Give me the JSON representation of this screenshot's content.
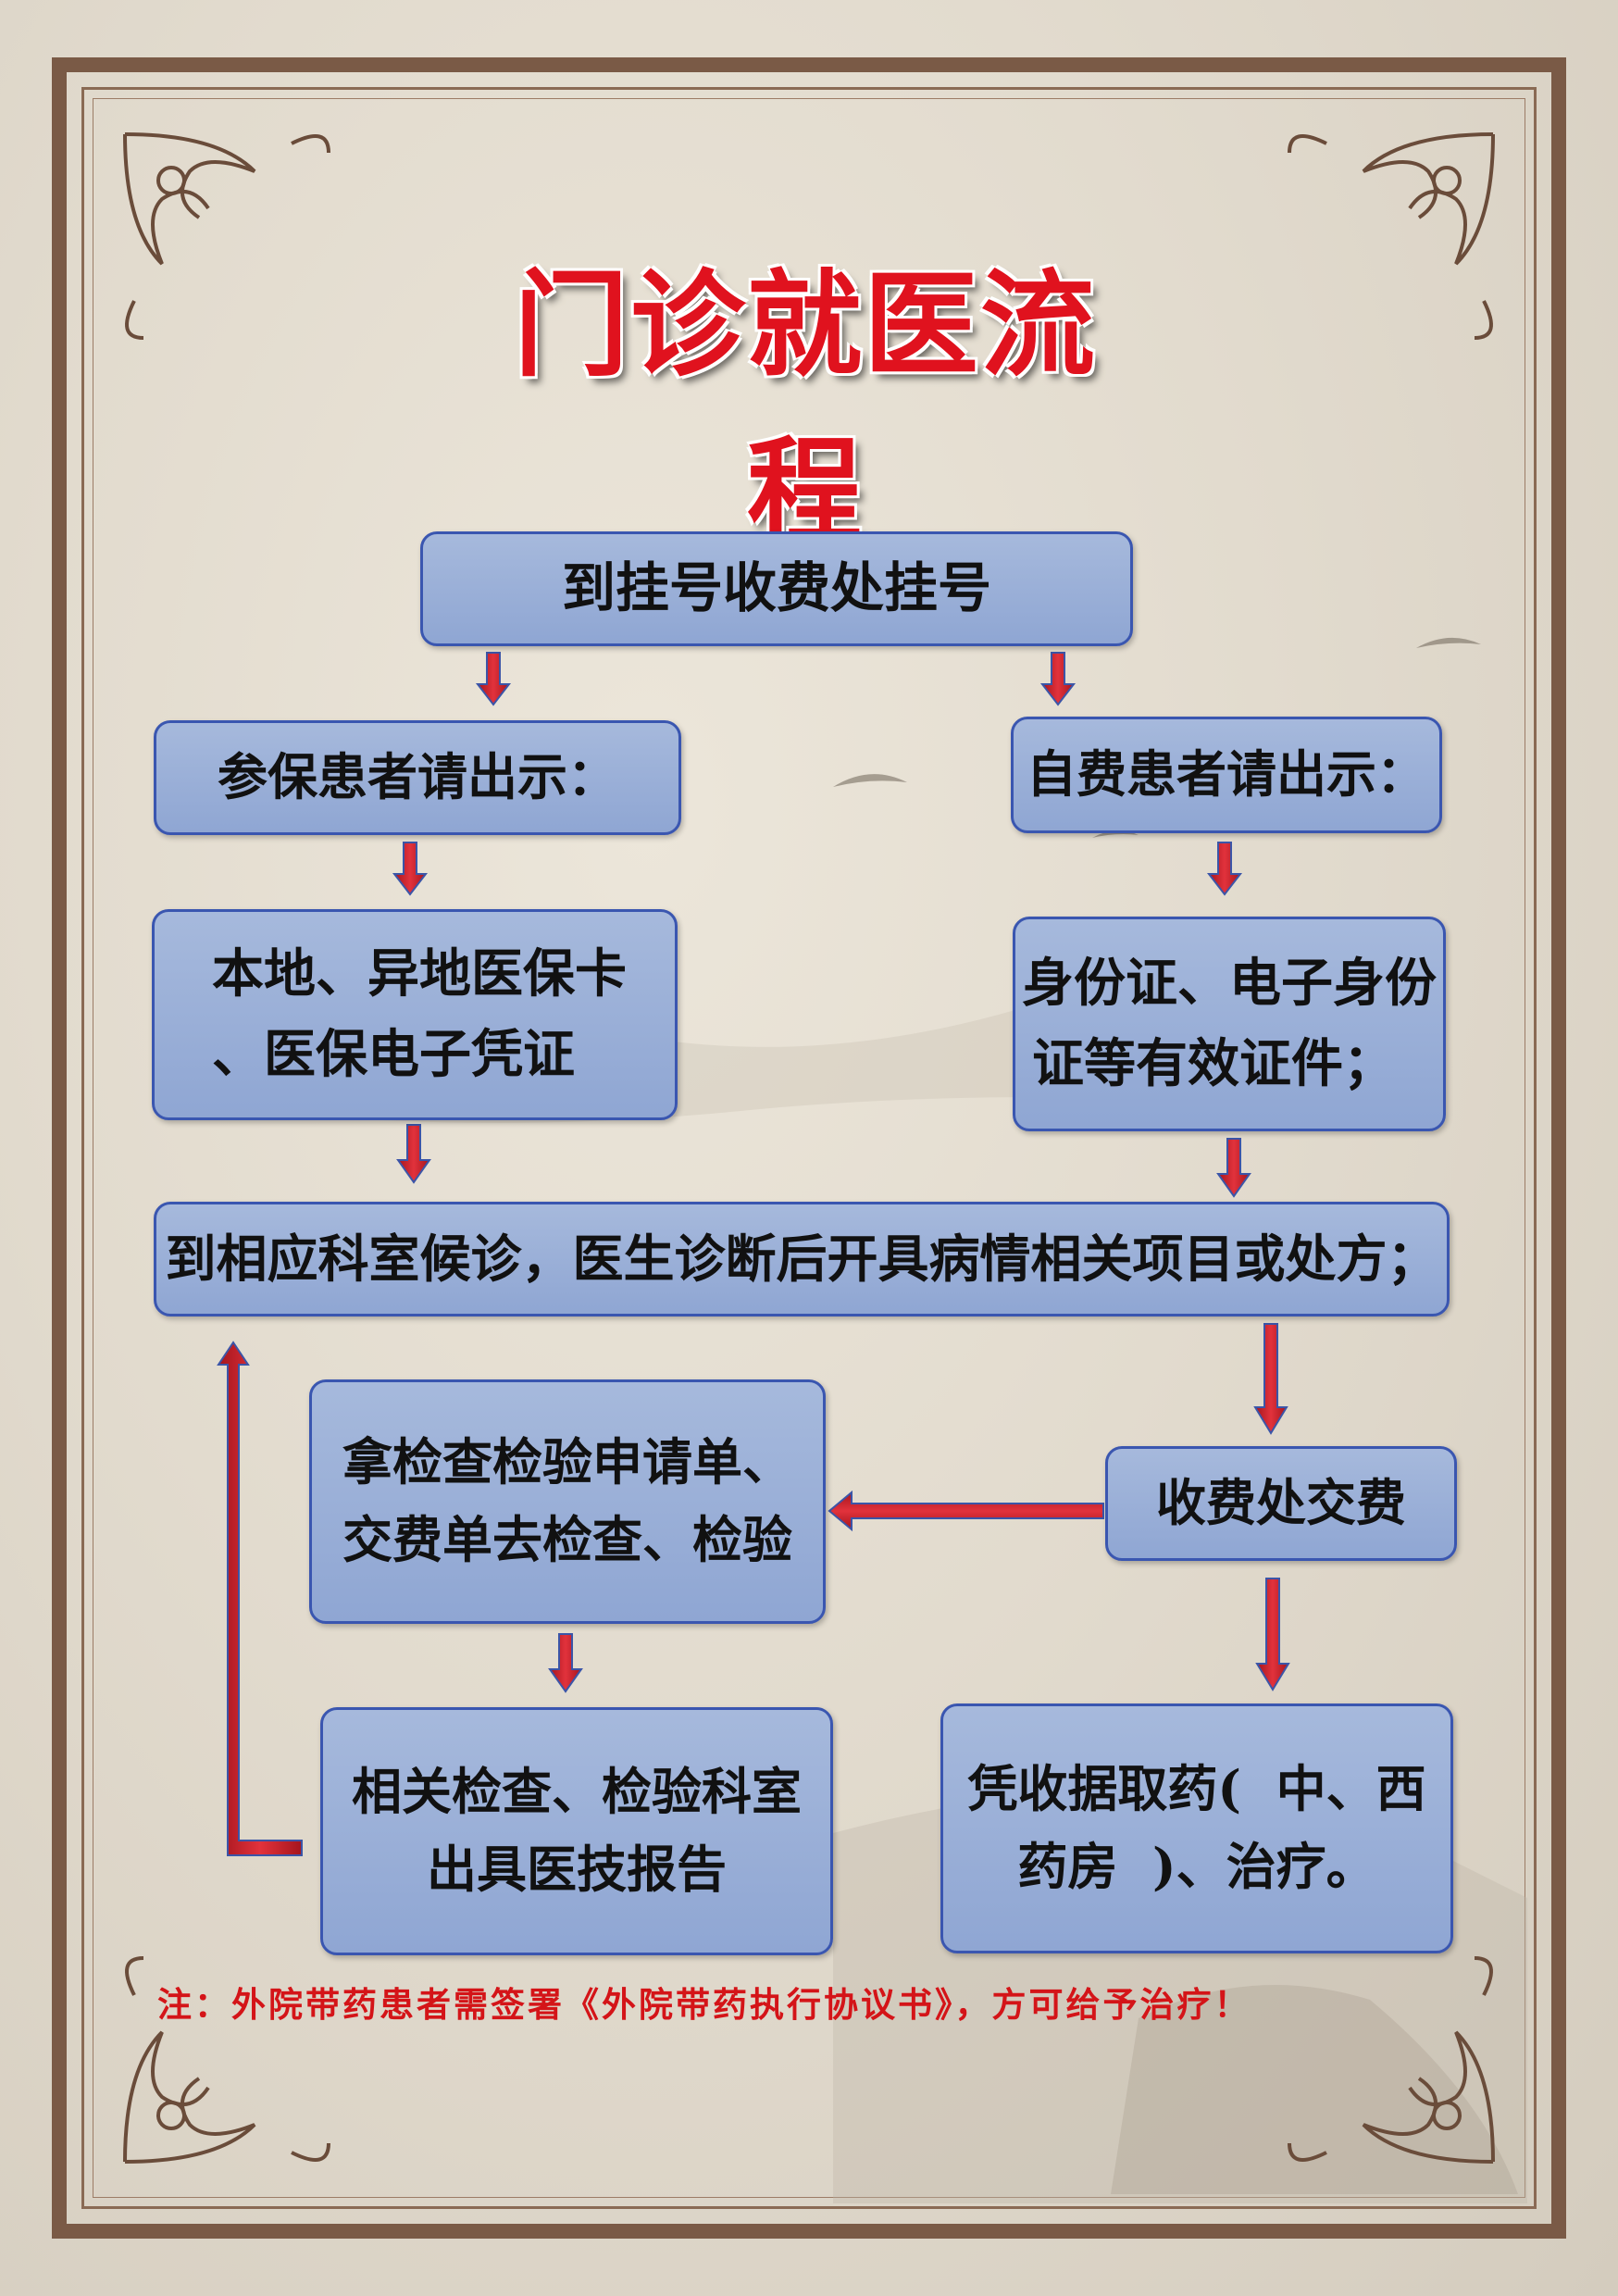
{
  "title": "门诊就医流程",
  "steps": {
    "register": "到挂号收费处挂号",
    "insured_header": "参保患者请出示：",
    "self_pay_header": "自费患者请出示：",
    "insured_docs_line1": "本地、异地医保卡",
    "insured_docs_line2": "、医保电子凭证",
    "self_docs_line1": "身份证、电子身份",
    "self_docs_line2": "证等有效证件；",
    "consult": "到相应科室候诊，医生诊断后开具病情相关项目或处方；",
    "payment": "收费处交费",
    "exam_line1": "拿检查检验申请单、",
    "exam_line2": "交费单去检查、检验",
    "report_line1": "相关检查、检验科室",
    "report_line2": "出具医技报告",
    "medicine_line1": "凭收据取药(  中、西",
    "medicine_line2": "药房  )、治疗。"
  },
  "note": "注：外院带药患者需签署《外院带药执行协议书》，方可给予治疗！",
  "colors": {
    "title": "#e0121e",
    "box_fill": "#9bb0d8",
    "box_border": "#3a56b0",
    "arrow": "#d42a34",
    "frame": "#7a5a46",
    "note": "#d41418",
    "background": "#e6e0d4"
  }
}
